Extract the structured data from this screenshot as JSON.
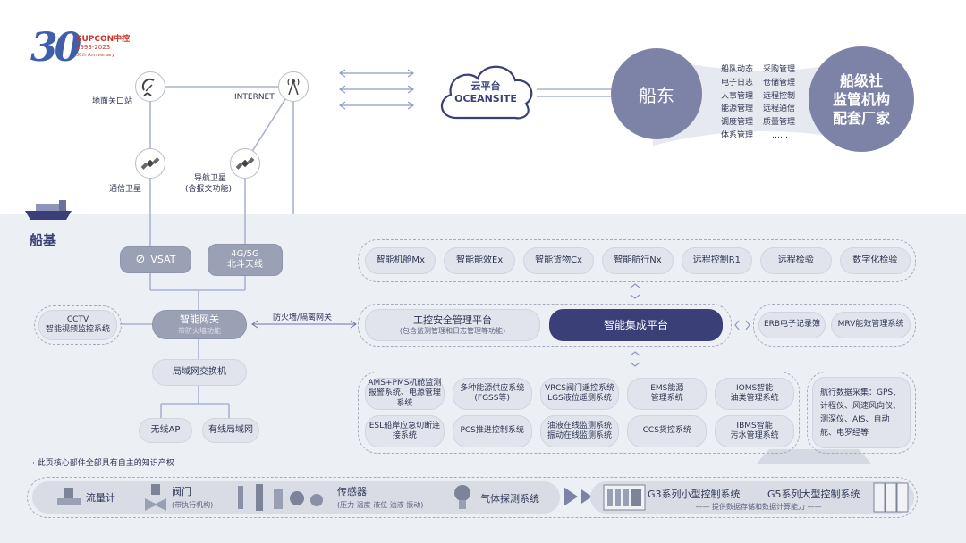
{
  "logo": {
    "number": "30",
    "brand": "SUPCON中控",
    "years": "1993-2023",
    "anniversary": "30th Anniversary"
  },
  "top": {
    "ground_station": "地面关口站",
    "internet": "INTERNET",
    "comm_satellite": "通信卫星",
    "nav_satellite": "导航卫星",
    "nav_satellite_note": "(含报文功能)",
    "cloud_title": "云平台",
    "cloud_name": "OCEANSITE",
    "owner": "船东",
    "owner_items_col1": [
      "船队动态",
      "电子日志",
      "人事管理",
      "能源管理",
      "调度管理",
      "体系管理"
    ],
    "owner_items_col2": [
      "采购管理",
      "仓储管理",
      "远程控制",
      "远程通信",
      "质量管理",
      "……"
    ],
    "class_society": [
      "船级社",
      "监管机构",
      "配套厂家"
    ]
  },
  "left": {
    "ship_base": "船基",
    "vsat": "VSAT",
    "mobile_line1": "4G/5G",
    "mobile_line2": "北斗天线",
    "cctv_line1": "CCTV",
    "cctv_line2": "智能视频监控系统",
    "gateway": "智能网关",
    "gateway_sub": "带防火墙功能",
    "firewall_label": "防火墙/隔离网关",
    "switch": "局域网交换机",
    "wireless_ap": "无线AP",
    "wired_lan": "有线局域网",
    "ip_note": "· 此页核心部件全部具有自主的知识产权"
  },
  "apps": [
    "智能机舱Mx",
    "智能能效Ex",
    "智能货物Cx",
    "智能航行Nx",
    "远程控制R1",
    "远程检验",
    "数字化检验"
  ],
  "platform": {
    "security": "工控安全管理平台",
    "security_sub": "(包含监测管理和日志管理等功能)",
    "integration": "智能集成平台",
    "erb": "ERB电子记录簿",
    "mrv": "MRV能效管理系统"
  },
  "systems_row1": [
    [
      "AMS+PMS机舱监测",
      "报警系统、电源管理系统"
    ],
    [
      "多种能源供应系统",
      "(FGSS等)"
    ],
    [
      "VRCS阀门遥控系统",
      "LGS液位遥测系统"
    ],
    [
      "EMS能源",
      "管理系统"
    ],
    [
      "IOMS智能",
      "油类管理系统"
    ]
  ],
  "systems_row2": [
    [
      "ESL船岸应急切断连接系统"
    ],
    [
      "PCS推进控制系统"
    ],
    [
      "油液在线监测系统",
      "振动在线监测系统"
    ],
    [
      "CCS货控系统"
    ],
    [
      "IBMS智能",
      "污水管理系统"
    ]
  ],
  "nav_data": "航行数据采集：GPS、计程仪、风速风向仪、测深仪、AIS、自动舵、电罗经等",
  "bottom": {
    "flowmeter": "流量计",
    "valve": "阀门",
    "valve_sub": "(带执行机构)",
    "sensor": "传感器",
    "sensor_sub": "(压力 温度 液位 油液 振动)",
    "gas": "气体探测系统",
    "g3": "G3系列小型控制系统",
    "g5": "G5系列大型控制系统",
    "caption": "—— 提供数据存储和数据计算能力 ——"
  },
  "colors": {
    "navy": "#3a3f78",
    "slate": "#7d83a6",
    "bg": "#eceff4"
  }
}
